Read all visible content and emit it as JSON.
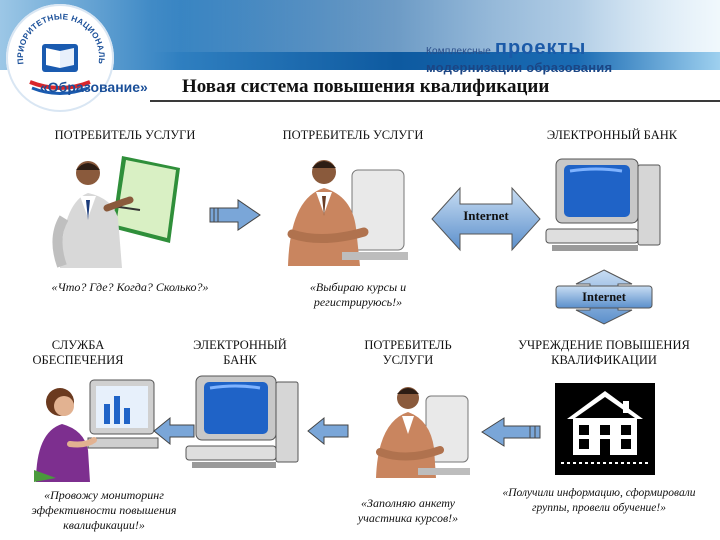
{
  "header": {
    "brand_logo_text": "ПРИОРИТЕТНЫЕ НАЦИОНАЛЬНЫЕ ПРОЕКТЫ",
    "brand_label": "«Образование»",
    "sub_prefix": "Комплексные",
    "sub_big": "проекты",
    "sub_line2": "модернизации образования",
    "title": "Новая система повышения квалификации"
  },
  "top_row": {
    "col1_label": "ПОТРЕБИТЕЛЬ УСЛУГИ",
    "col2_label": "ПОТРЕБИТЕЛЬ УСЛУГИ",
    "col3_label": "ЭЛЕКТРОННЫЙ БАНК",
    "internet_label": "Internet",
    "quote1": "«Что? Где? Когда? Сколько?»",
    "quote2_line1": "«Выбираю курсы и",
    "quote2_line2": "регистрируюсь!»"
  },
  "mid": {
    "internet_label": "Internet"
  },
  "bottom_row": {
    "col1_line1": "СЛУЖБА",
    "col1_line2": "ОБЕСПЕЧЕНИЯ",
    "col2_line1": "ЭЛЕКТРОННЫЙ",
    "col2_line2": "БАНК",
    "col3_line1": "ПОТРЕБИТЕЛЬ",
    "col3_line2": "УСЛУГИ",
    "col4_line1": "УЧРЕЖДЕНИЕ ПОВЫШЕНИЯ",
    "col4_line2": "КВАЛИФИКАЦИИ",
    "quote1_line1": "«Провожу мониторинг",
    "quote1_line2": "эффективности повышения",
    "quote1_line3": "квалификации!»",
    "quote3_line1": "«Заполняю анкету",
    "quote3_line2": "участника курсов!»",
    "quote4_line1": "«Получили информацию, сформировали",
    "quote4_line2": "группы, провели обучение!»"
  },
  "colors": {
    "arrow_fill": "#7aa6d8",
    "screen_blue": "#1f63c7",
    "header_blue": "#0e5aa0"
  }
}
